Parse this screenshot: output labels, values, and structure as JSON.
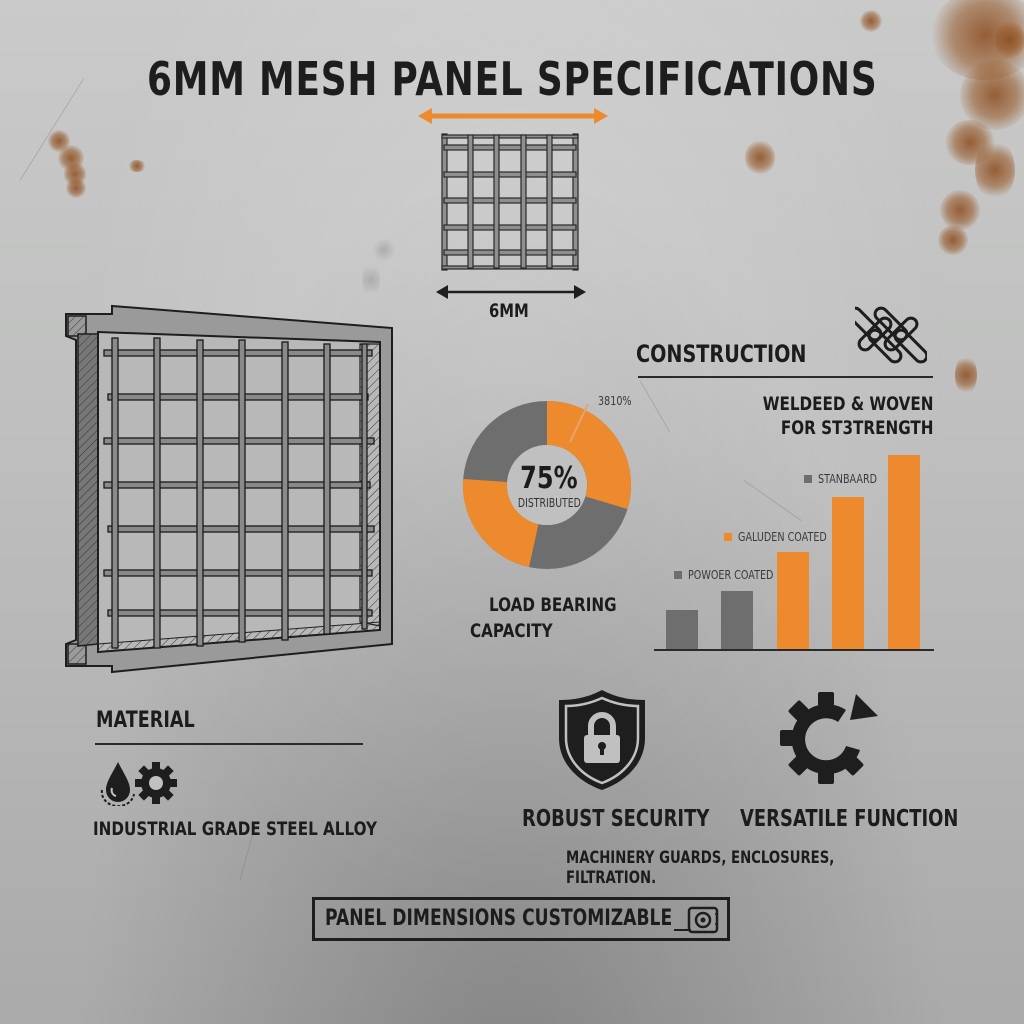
{
  "title": "6MM MESH PANEL SPECIFICATIONS",
  "colors": {
    "accent_orange": "#ee8a2e",
    "bar_gray": "#6e6e6e",
    "ink": "#1d1d1d",
    "background": "#bfc0bf"
  },
  "mesh_detail": {
    "dimension_label": "6MM",
    "icons": [
      "orange-width-arrow-icon",
      "mesh-grid-icon",
      "dimension-arrow-icon"
    ]
  },
  "construction": {
    "heading": "CONSTRUCTION",
    "icon": "weave-icon",
    "text_line1": "WELDEED & WOVEN",
    "text_line2": "FOR ST3TRENGTH"
  },
  "load_bearing": {
    "center_value": "75%",
    "center_sub": "DISTRIBUTED",
    "callout": "3810%",
    "label_line1": "LOAD BEARING",
    "label_line2": "CAPACITY"
  },
  "finishes": {
    "legend": [
      {
        "label": "POWOER COATED",
        "color": "#6e6e6e"
      },
      {
        "label": "GALUDEN COATED",
        "color": "#ee8a2e"
      },
      {
        "label": "STANBAARD",
        "color": "#6e6e6e"
      }
    ]
  },
  "chart_data": [
    {
      "type": "pie",
      "title": "LOAD BEARING CAPACITY",
      "center_label": "75% DISTRIBUTED",
      "annotation": "3810%",
      "categories": [
        "Orange segment (top-right)",
        "Gray segment (bottom-right)",
        "Orange segment (bottom-left)",
        "Gray segment (top-left)"
      ],
      "values": [
        30,
        25,
        25,
        20
      ],
      "donut": true
    },
    {
      "type": "bar",
      "title": "",
      "categories": [
        "1",
        "2",
        "3",
        "4",
        "5"
      ],
      "values": [
        14,
        20,
        33,
        51,
        65
      ],
      "bar_colors": [
        "#6e6e6e",
        "#6e6e6e",
        "#ee8a2e",
        "#ee8a2e",
        "#ee8a2e"
      ],
      "legend": [
        "POWOER COATED",
        "GALUDEN COATED",
        "STANBAARD"
      ],
      "xlabel": "",
      "ylabel": "",
      "grid": false,
      "ylim": [
        0,
        70
      ]
    }
  ],
  "material": {
    "heading": "MATERIAL",
    "icons": [
      "oil-drop-icon",
      "gear-icon"
    ],
    "text": "INDUSTRIAL GRADE STEEL ALLOY"
  },
  "features": {
    "security_label": "ROBUST SECURITY",
    "function_label": "VERSATILE FUNCTION",
    "applications": "MACHINERY GUARDS, ENCLOSURES, FILTRATION."
  },
  "footer": {
    "label": "PANEL DIMENSIONS CUSTOMIZABLE",
    "icon": "tape-measure-icon"
  }
}
